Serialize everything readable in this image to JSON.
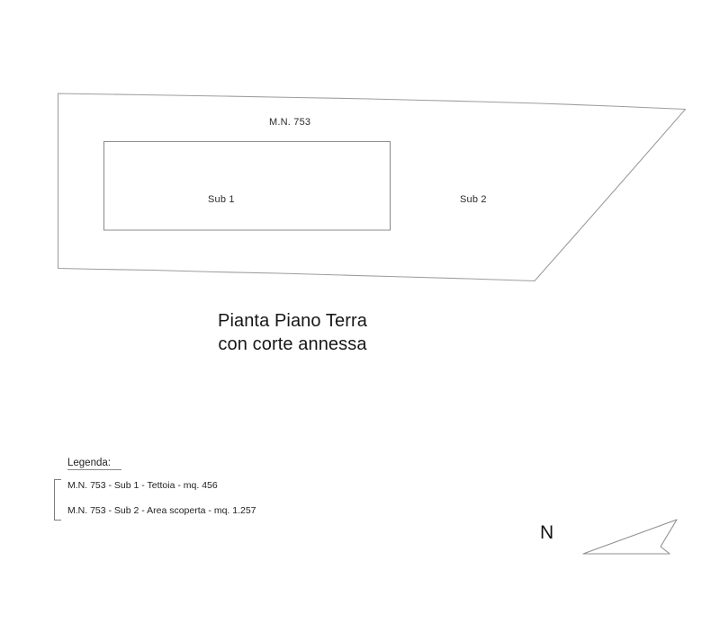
{
  "document": {
    "title_lines": [
      "Pianta Piano Terra",
      "con corte annessa"
    ]
  },
  "plan": {
    "parcel_label": "M.N. 753",
    "sub1_label": "Sub 1",
    "sub2_label": "Sub 2"
  },
  "legend": {
    "heading": "Legenda:",
    "items": [
      "M.N. 753 - Sub 1 - Tettoia - mq. 456",
      "M.N. 753 - Sub 2 - Area scoperta - mq. 1.257"
    ]
  },
  "orientation": {
    "north_letter": "N"
  },
  "colors": {
    "background": "#ffffff",
    "line": "#9a9a9a",
    "inner_line": "#8e8e8e",
    "text": "#1a1a1a"
  }
}
